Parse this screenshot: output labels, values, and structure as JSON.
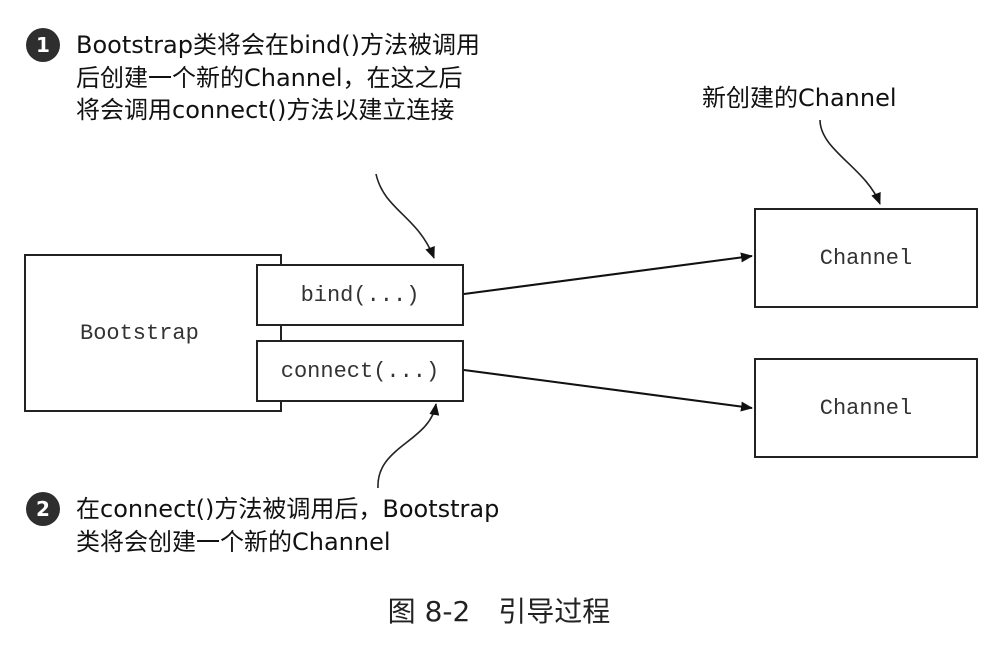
{
  "diagram": {
    "nodes": {
      "bootstrap": "Bootstrap",
      "bind": "bind(...)",
      "connect": "connect(...)",
      "channel_1": "Channel",
      "channel_2": "Channel"
    },
    "annotations": {
      "note_1": {
        "number": "1",
        "lines": [
          "Bootstrap类将会在bind()方法被调用",
          "后创建一个新的Channel，在这之后",
          "将会调用connect()方法以建立连接"
        ]
      },
      "note_2": {
        "number": "2",
        "lines": [
          "在connect()方法被调用后，Bootstrap",
          "类将会创建一个新的Channel"
        ]
      },
      "channel_note": "新创建的Channel"
    },
    "caption": "图 8-2　引导过程"
  }
}
